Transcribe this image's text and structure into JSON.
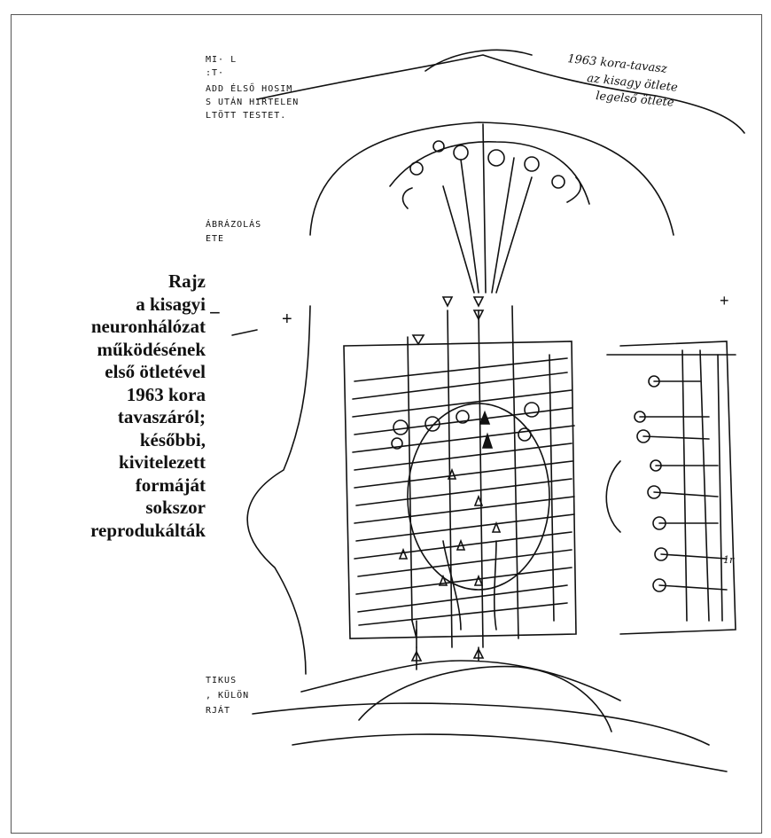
{
  "caption": "Rajz\na kisagyi\nneuronhálózat\nműködésének\nelső ötletével\n1963 kora\ntavaszáról;\nkésőbbi,\nkivitelezett\nformáját\nsokszor\nreprodukálták",
  "handwriting": {
    "top_left_lines": [
      "MI· L",
      ":T·",
      "ADD ÉLSŐ HOSIM",
      "S UTÁN HIRTELEN",
      "LTÖTT TESTET."
    ],
    "top_right_lines": [
      "1963 kora-tavasz",
      "az kisagy ötlete",
      "legelső ötlete"
    ],
    "middle_left_lines": [
      "ÁBRÁZOLÁS",
      "ETE"
    ],
    "bottom_left_lines": [
      "TIKUS",
      ", KÜLÖN",
      "RJÁT"
    ],
    "marks": {
      "minus": "−",
      "plus": "+",
      "plus_right": "+",
      "r_label": "1r"
    }
  }
}
